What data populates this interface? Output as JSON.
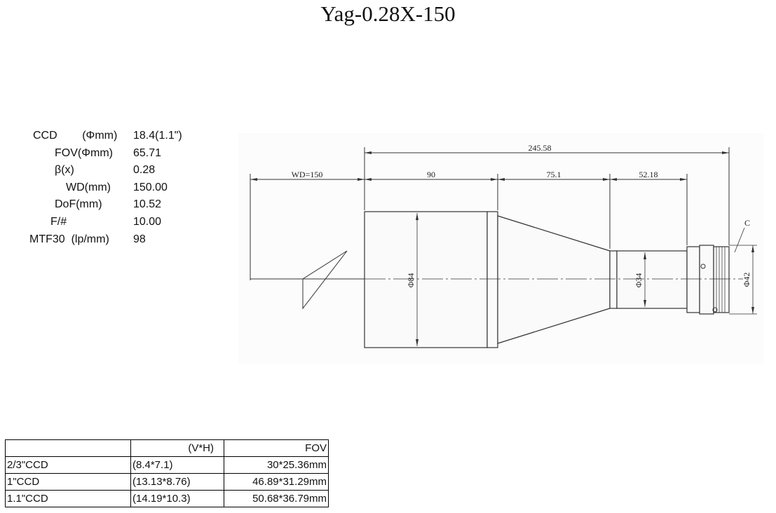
{
  "title": "Yag-0.28X-150",
  "specs": [
    {
      "label": "CCD        (Φmm)",
      "value": "18.4(1.1\")"
    },
    {
      "label": "FOV(Φmm)",
      "value": "65.71"
    },
    {
      "label": "β(x)",
      "value": "0.28"
    },
    {
      "label": "WD(mm)",
      "value": "150.00"
    },
    {
      "label": "DoF(mm)",
      "value": "10.52"
    },
    {
      "label": "F/#",
      "value": "10.00"
    },
    {
      "label": "MTF30  (lp/mm)",
      "value": "98"
    }
  ],
  "drawing": {
    "dims": {
      "total": "245.58",
      "wd": "WD=150",
      "seg1": "90",
      "seg2": "75.1",
      "seg3": "52.18",
      "dia_front": "Φ84",
      "dia_mid": "Φ34",
      "dia_rear": "Φ42",
      "mount": "C"
    }
  },
  "fov_table": {
    "headers": [
      "",
      "(V*H)",
      "FOV"
    ],
    "rows": [
      [
        "2/3\"CCD",
        "(8.4*7.1)",
        "30*25.36mm"
      ],
      [
        "1\"CCD",
        "(13.13*8.76)",
        "46.89*31.29mm"
      ],
      [
        "1.1\"CCD",
        "(14.19*10.3)",
        "50.68*36.79mm"
      ]
    ]
  }
}
